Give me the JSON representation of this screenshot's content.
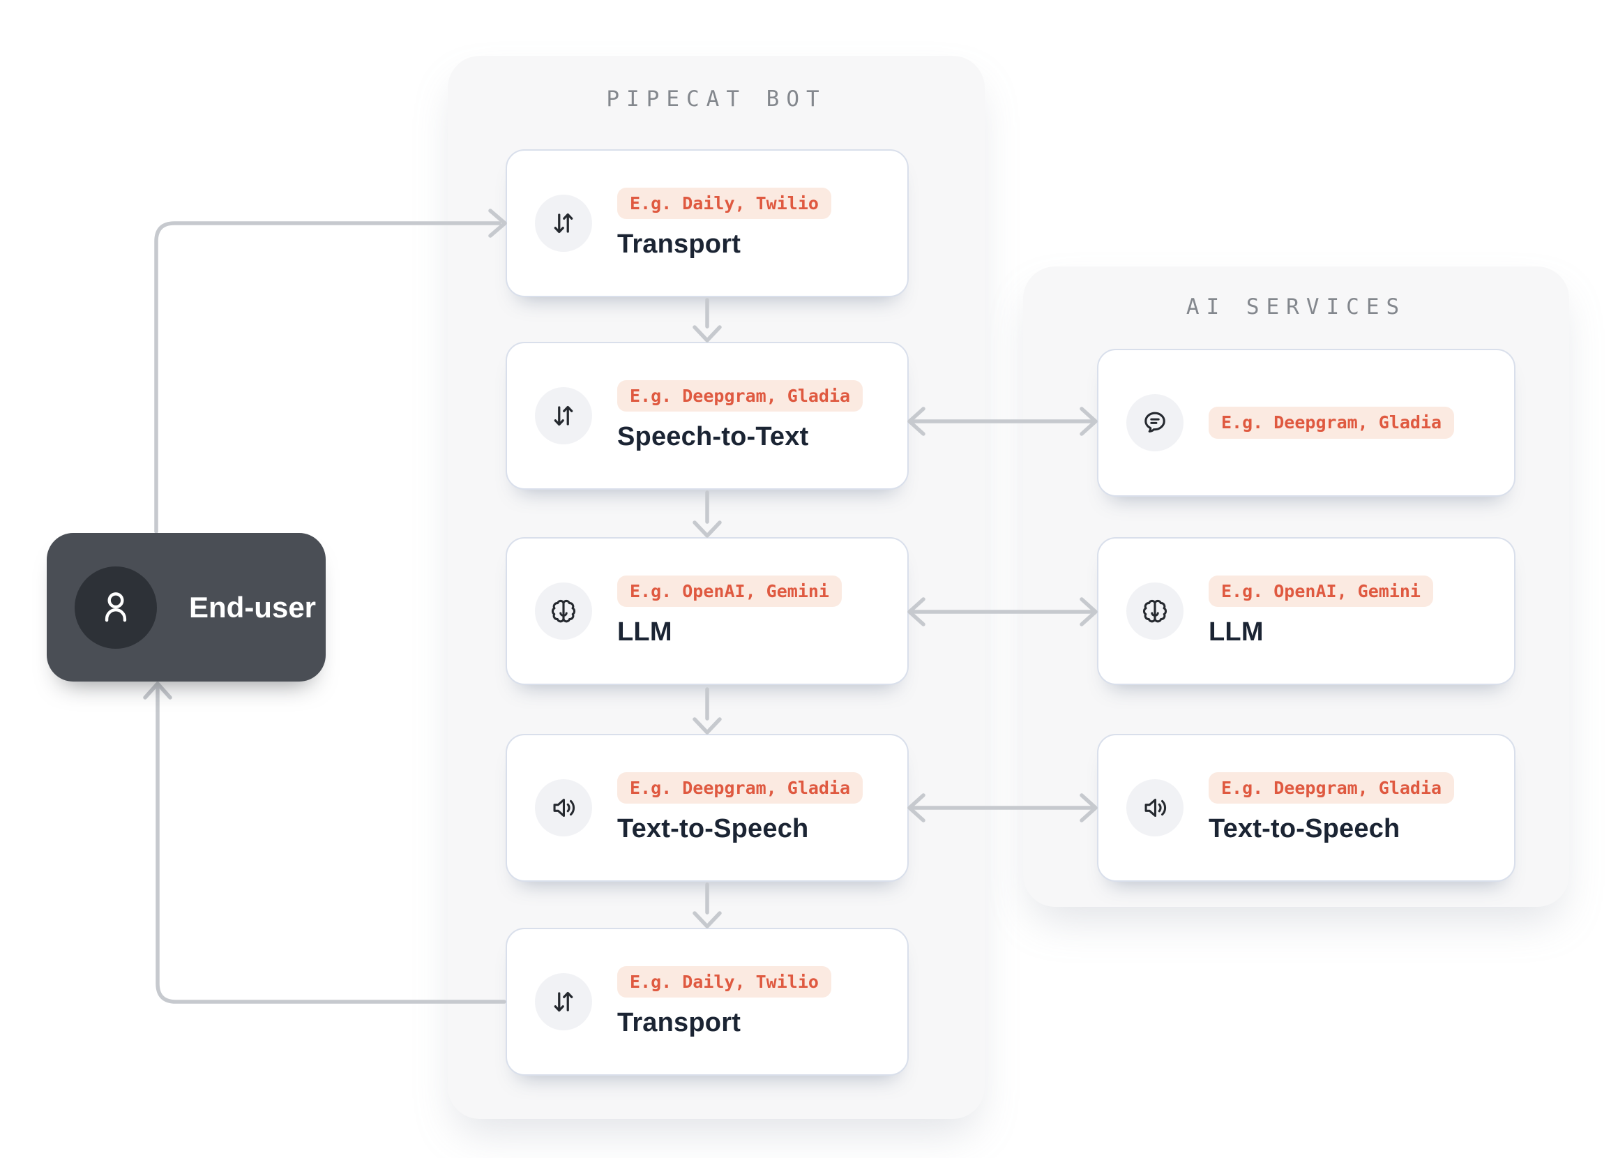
{
  "colors": {
    "page_background": "#ffffff",
    "panel_background": "#f7f7f8",
    "card_background": "#ffffff",
    "card_border": "#d9dfeb",
    "icon_circle_background": "#f1f2f5",
    "icon_stroke": "#25292f",
    "badge_background": "#fbeae1",
    "badge_text": "#df5940",
    "card_title_text": "#1b2433",
    "panel_title_text": "#83878d",
    "arrow_line": "#c6c9ce",
    "end_user_background": "#4a4e55",
    "end_user_circle": "#2d3137",
    "end_user_text": "#ffffff"
  },
  "end_user": {
    "label": "End-user",
    "icon": "person-icon"
  },
  "pipecat": {
    "title": "PIPECAT BOT",
    "cards": [
      {
        "icon": "updown-arrows-icon",
        "badge": "E.g. Daily, Twilio",
        "title": "Transport"
      },
      {
        "icon": "updown-arrows-icon",
        "badge": "E.g. Deepgram, Gladia",
        "title": "Speech-to-Text"
      },
      {
        "icon": "brain-icon",
        "badge": "E.g. OpenAI, Gemini",
        "title": "LLM"
      },
      {
        "icon": "speaker-icon",
        "badge": "E.g. Deepgram, Gladia",
        "title": "Text-to-Speech"
      },
      {
        "icon": "updown-arrows-icon",
        "badge": "E.g. Daily, Twilio",
        "title": "Transport"
      }
    ]
  },
  "ai_services": {
    "title": "AI SERVICES",
    "cards": [
      {
        "icon": "speech-bubble-icon",
        "badge": "E.g. Deepgram, Gladia",
        "title": ""
      },
      {
        "icon": "brain-icon",
        "badge": "E.g. OpenAI, Gemini",
        "title": "LLM"
      },
      {
        "icon": "speaker-icon",
        "badge": "E.g. Deepgram, Gladia",
        "title": "Text-to-Speech"
      }
    ]
  }
}
